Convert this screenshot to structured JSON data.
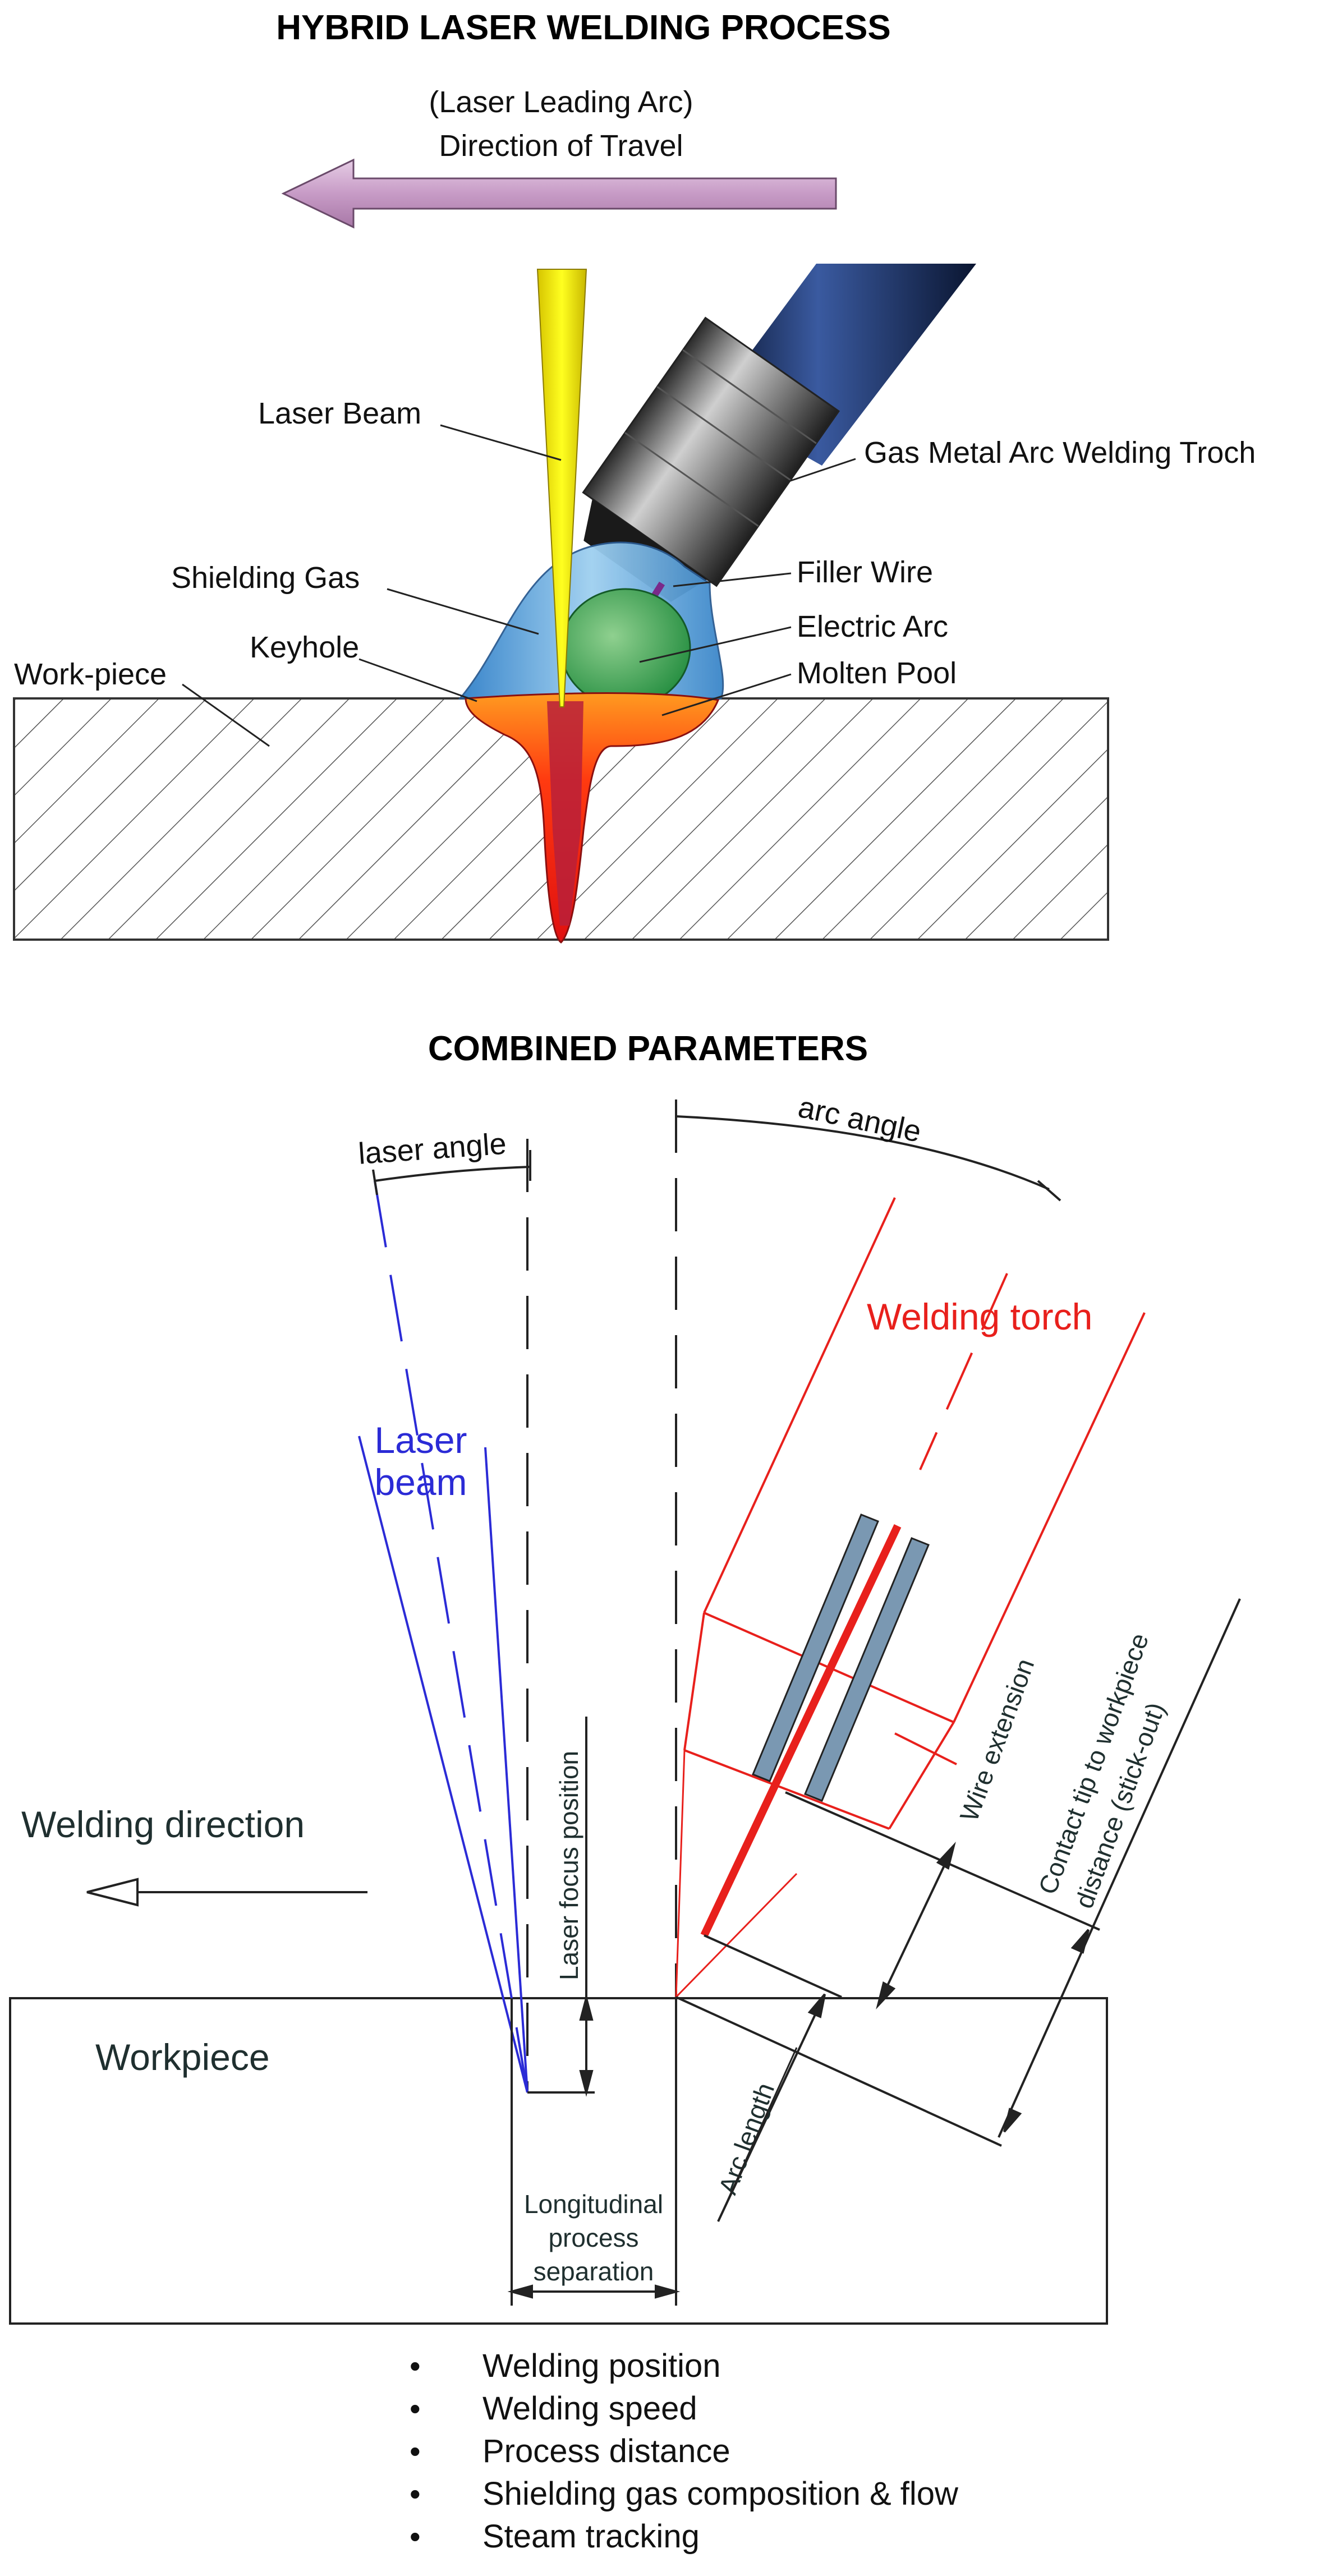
{
  "top_diagram": {
    "title": "HYBRID LASER WELDING PROCESS",
    "travel_caption_1": "(Laser Leading Arc)",
    "travel_caption_2": "Direction of Travel",
    "labels": {
      "laser_beam": "Laser Beam",
      "torch": "Gas Metal Arc Welding Troch",
      "shielding_gas": "Shielding Gas",
      "filler_wire": "Filler Wire",
      "keyhole": "Keyhole",
      "electric_arc": "Electric Arc",
      "workpiece": "Work-piece",
      "molten_pool": "Molten Pool"
    }
  },
  "bottom_diagram": {
    "title": "COMBINED PARAMETERS",
    "labels": {
      "laser_angle": "laser angle",
      "arc_angle": "arc angle",
      "welding_torch": "Welding  torch",
      "laser_beam_1": "Laser",
      "laser_beam_2": "beam",
      "welding_direction": "Welding direction",
      "workpiece": "Workpiece",
      "laser_focus_position": "Laser focus position",
      "wire_extension": "Wire extension",
      "stick_out_1": "Contact tip to workpiece",
      "stick_out_2": "distance (stick-out)",
      "arc_length": "Arc length",
      "separation_1": "Longitudinal",
      "separation_2": "process",
      "separation_3": "separation"
    }
  },
  "parameters": [
    "Welding position",
    "Welding speed",
    "Process distance",
    "Shielding gas composition & flow",
    "Steam tracking"
  ],
  "colors": {
    "laser_blue": "#2b2bd6",
    "torch_red": "#e8201c",
    "arrow_purple": "#c79bc6",
    "wire_steel": "#7a98b2"
  }
}
